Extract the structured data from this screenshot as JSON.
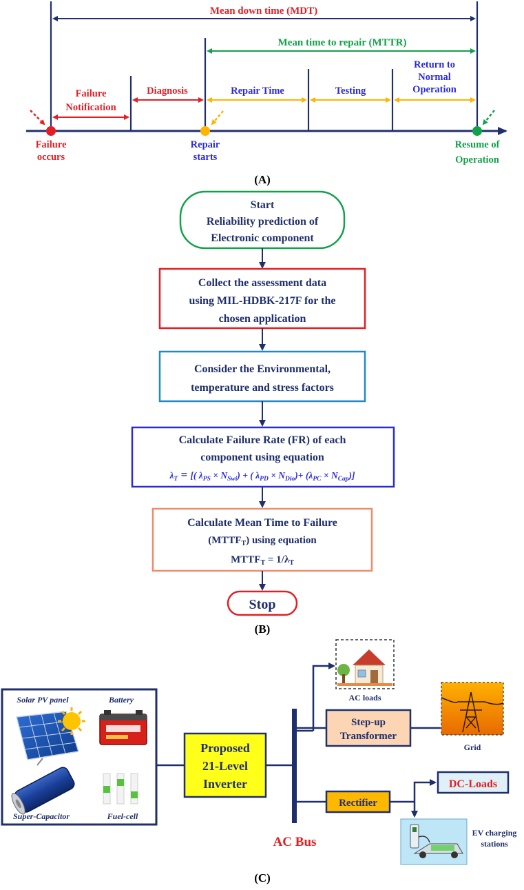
{
  "panel_a": {
    "label": "(A)",
    "mdt": "Mean down time (MDT)",
    "mttr": "Mean time to repair (MTTR)",
    "failure_notification": [
      "Failure",
      "Notification"
    ],
    "diagnosis": "Diagnosis",
    "repair_time": "Repair Time",
    "testing": "Testing",
    "return_normal": [
      "Return to",
      "Normal",
      "Operation"
    ],
    "failure_occurs": [
      "Failure",
      "occurs"
    ],
    "repair_starts": [
      "Repair",
      "starts"
    ],
    "resume_operation": [
      "Resume of",
      "Operation"
    ]
  },
  "panel_b": {
    "label": "(B)",
    "start": [
      "Start",
      "Reliability prediction of",
      "Electronic component"
    ],
    "collect": [
      "Collect the assessment data",
      "using MIL-HDBK-217F for the",
      "chosen application"
    ],
    "consider": [
      "Consider the Environmental,",
      "temperature and stress factors"
    ],
    "calc_fr": [
      "Calculate Failure Rate (FR) of each",
      "component using equation"
    ],
    "eq_fr": {
      "lhs_sym": "λ",
      "lhs_sub": "T",
      "eq": " = ",
      "t1_sym": "[( λ",
      "t1_sub": "PS",
      "t1_mul": " × N",
      "t1_n": "Swi",
      "t2_sym": ") + ( λ",
      "t2_sub": "PD",
      "t2_mul": " × N",
      "t2_n": "Dio",
      "t3_sym": ")+ (λ",
      "t3_sub": "PC",
      "t3_mul": " × N",
      "t3_n": "Cap",
      "end": ")]"
    },
    "calc_mttf": "Calculate Mean Time to Failure",
    "mttf_line2": {
      "pre": "(MTTF",
      "sub": "T",
      "post": ") using equation"
    },
    "mttf_eq": {
      "pre": "MTTF",
      "sub": "T",
      "mid": " = 1/λ",
      "sub2": "T"
    },
    "stop": "Stop"
  },
  "panel_c": {
    "label": "(C)",
    "solar": "Solar PV panel",
    "battery": "Battery",
    "supercap": "Super-Capacitor",
    "fuelcell": "Fuel-cell",
    "inverter": [
      "Proposed",
      "21-Level",
      "Inverter"
    ],
    "ac_bus": "AC Bus",
    "ac_loads": "AC loads",
    "transformer": [
      "Step-up",
      "Transformer"
    ],
    "grid": "Grid",
    "rectifier": "Rectifier",
    "dc_loads": "DC-Loads",
    "ev": [
      "EV charging",
      "stations"
    ]
  },
  "colors": {
    "navy": "#1f2f6b",
    "red": "#e31e24",
    "green": "#12a14b",
    "blue": "#2b2bd6",
    "yellow": "#ffb400",
    "steelblue": "#1e8ac9"
  }
}
